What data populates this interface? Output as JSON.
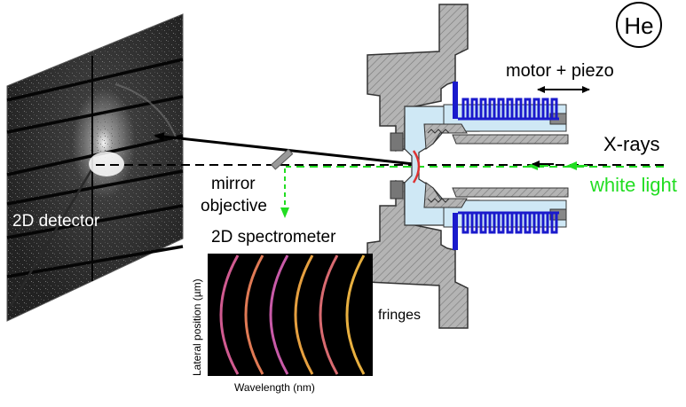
{
  "labels": {
    "gas": "He",
    "motor": "motor + piezo",
    "xrays": "X-rays",
    "white_light": "white light",
    "mirror_line1": "mirror",
    "mirror_line2": "objective",
    "detector": "2D detector",
    "spectrometer": "2D spectrometer",
    "fringes": "fringes",
    "inset_ylabel": "Lateral position  (µm)",
    "inset_xlabel": "Wavelength  (nm)"
  },
  "colors": {
    "xray_beam": "#000000",
    "white_light": "#22dd22",
    "bellows": "#1a1acc",
    "helium_gas": "#cfe8f5",
    "housing": "#a8a8a8",
    "membrane": "#dd3333"
  }
}
